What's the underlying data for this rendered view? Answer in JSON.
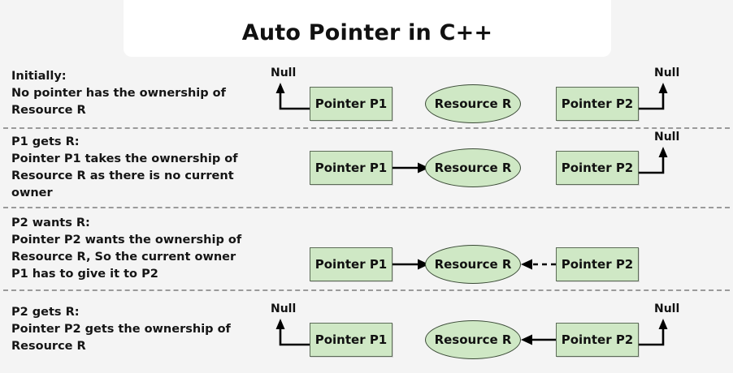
{
  "title": {
    "text": "Auto Pointer in C++"
  },
  "labels": {
    "pointer_p1": "Pointer P1",
    "pointer_p2": "Pointer P2",
    "resource_r": "Resource R",
    "null": "Null"
  },
  "colors": {
    "page_background": "#f4f4f4",
    "title_card_background": "#ffffff",
    "node_fill": "#cfe8c5",
    "node_border": "#5c6b57",
    "ellipse_border": "#3a4a36",
    "text": "#111111",
    "divider": "#9a9a9a",
    "arrow": "#000000"
  },
  "steps": [
    {
      "id": "initially",
      "lead": "Initially:",
      "body": "No pointer has the ownership of Resource R",
      "p1_null": true,
      "p2_null": true,
      "p1_to_r": false,
      "p2_to_r": false,
      "p2_to_r_dashed": false
    },
    {
      "id": "p1-gets-r",
      "lead": "P1 gets R:",
      "body": "Pointer P1 takes the ownership of Resource R as there is no current owner",
      "p1_null": false,
      "p2_null": true,
      "p1_to_r": true,
      "p2_to_r": false,
      "p2_to_r_dashed": false
    },
    {
      "id": "p2-wants-r",
      "lead": "P2 wants R:",
      "body": "Pointer P2 wants the ownership of Resource R, So the current owner P1 has to give it to P2",
      "p1_null": false,
      "p2_null": false,
      "p1_to_r": true,
      "p2_to_r": true,
      "p2_to_r_dashed": true
    },
    {
      "id": "p2-gets-r",
      "lead": "P2 gets R:",
      "body": "Pointer P2 gets the ownership of Resource R",
      "p1_null": true,
      "p2_null": true,
      "p1_to_r": false,
      "p2_to_r": true,
      "p2_to_r_dashed": false
    }
  ]
}
